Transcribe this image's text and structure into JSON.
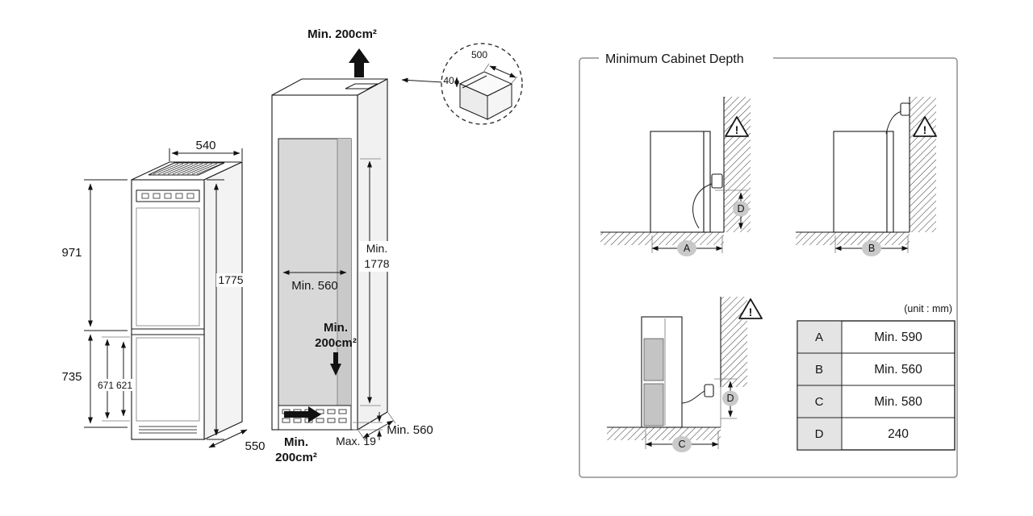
{
  "front_view": {
    "dim_width": "540",
    "dim_upper": "971",
    "dim_total": "1775",
    "dim_lower": "735",
    "dim_inner_1": "671",
    "dim_inner_2": "621",
    "dim_depth": "550"
  },
  "cabinet_view": {
    "top_vent": "Min. 200cm²",
    "inner_width": "Min. 560",
    "inner_height_1": "Min.",
    "inner_height_2": "1778",
    "mid_vent_1": "Min.",
    "mid_vent_2": "200cm²",
    "bottom_vent_1": "Min.",
    "bottom_vent_2": "200cm²",
    "base_gap": "Max. 19",
    "depth": "Min. 560"
  },
  "corner_detail": {
    "dim_width": "500",
    "dim_step": "40"
  },
  "panel": {
    "title": "Minimum Cabinet Depth",
    "unit": "(unit : mm)",
    "warning": "!",
    "badge_a": "A",
    "badge_b": "B",
    "badge_c": "C",
    "badge_d": "D",
    "table": [
      {
        "key": "A",
        "value": "Min. 590"
      },
      {
        "key": "B",
        "value": "Min. 560"
      },
      {
        "key": "C",
        "value": "Min. 580"
      },
      {
        "key": "D",
        "value": "240"
      }
    ]
  },
  "colors": {
    "line": "#1a1a1a",
    "interior_shade": "#d8d8d8",
    "table_header": "#e4e4e4",
    "badge": "#c9c9c9"
  }
}
